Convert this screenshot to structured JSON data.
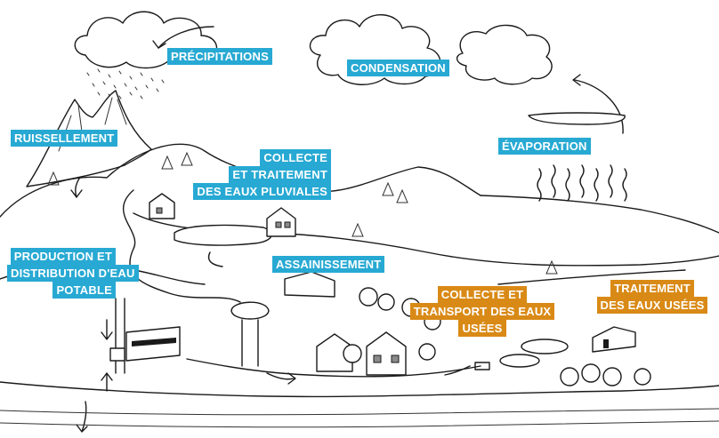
{
  "labels": {
    "precipitations": "PRÉCIPITATIONS",
    "condensation": "CONDENSATION",
    "ruissellement": "RUISSELLEMENT",
    "collecte_pluviales": [
      "COLLECTE",
      "ET TRAITEMENT",
      "DES EAUX PLUVIALES"
    ],
    "evaporation": "ÉVAPORATION",
    "production": [
      "PRODUCTION ET",
      "DISTRIBUTION D'EAU",
      "POTABLE"
    ],
    "assainissement": "ASSAINISSEMENT",
    "collecte_usees": [
      "COLLECTE ET",
      "TRANSPORT DES EAUX",
      "USÉES"
    ],
    "traitement_usees": [
      "TRAITEMENT",
      "DES EAUX USÉES"
    ]
  },
  "colors": {
    "blue_label": "#27a9d3",
    "orange_label": "#d98a16",
    "ink": "#1a1a1a"
  },
  "icons": [
    "cloud-icon",
    "mountain-icon",
    "house-icon",
    "water-tower-icon",
    "treatment-plant-icon",
    "tree-icon"
  ]
}
